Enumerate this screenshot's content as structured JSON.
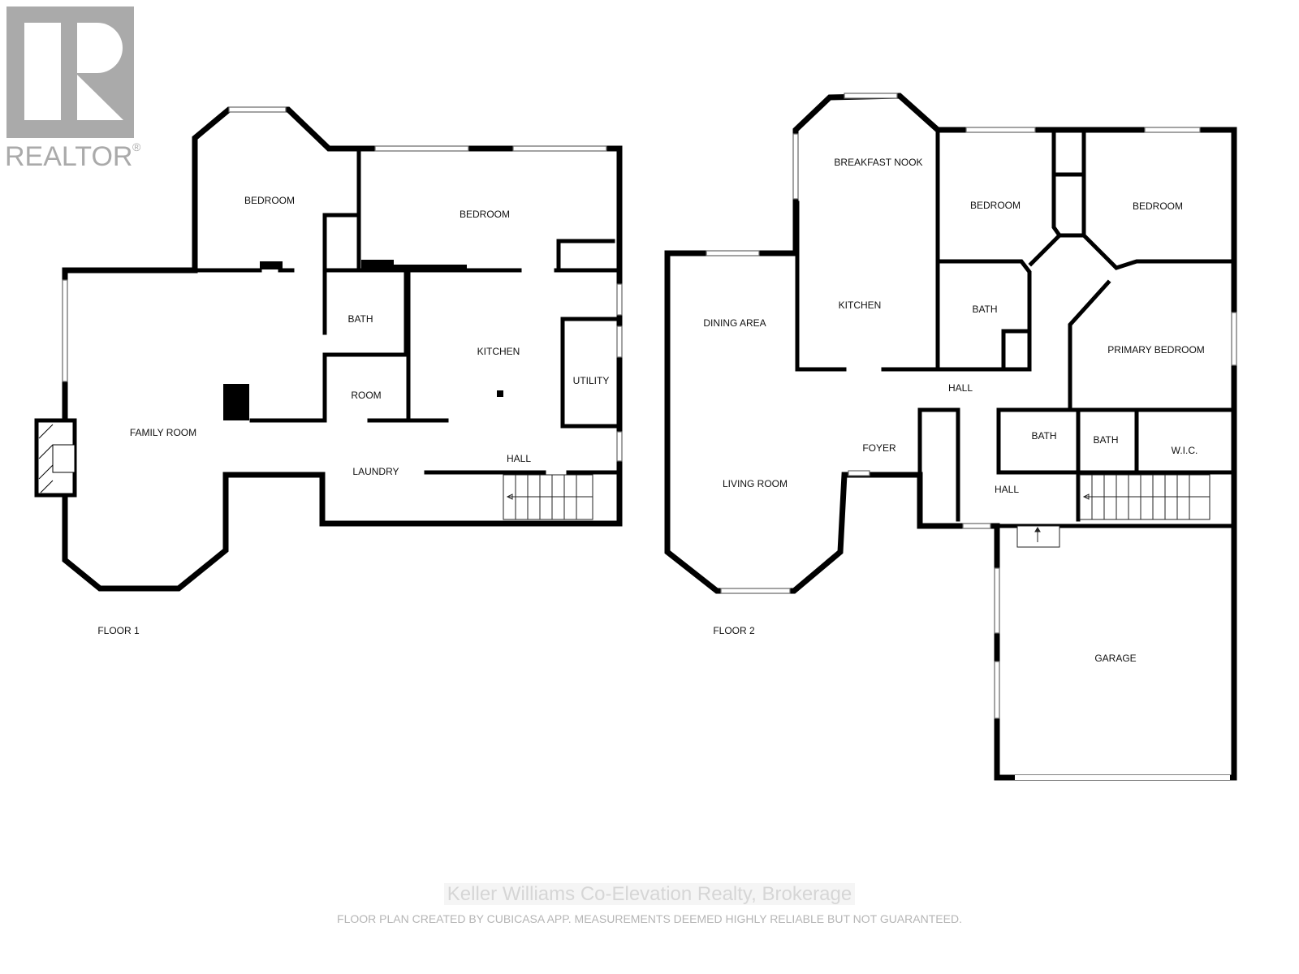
{
  "logo": {
    "text": "REALTOR",
    "mark": "®",
    "color": "#aaaaaa"
  },
  "floor1": {
    "title": "FLOOR 1",
    "rooms": [
      "BEDROOM",
      "BEDROOM",
      "BATH",
      "KITCHEN",
      "FAMILY ROOM",
      "ROOM",
      "UTILITY",
      "LAUNDRY",
      "HALL"
    ]
  },
  "floor2": {
    "title": "FLOOR 2",
    "rooms": [
      "BREAKFAST NOOK",
      "BEDROOM",
      "BEDROOM",
      "KITCHEN",
      "BATH",
      "DINING AREA",
      "PRIMARY BEDROOM",
      "HALL",
      "FOYER",
      "BATH",
      "BATH",
      "W.I.C.",
      "LIVING ROOM",
      "HALL",
      "GARAGE"
    ]
  },
  "watermark": "Keller Williams Co-Elevation Realty, Brokerage",
  "disclaimer": "FLOOR PLAN CREATED BY CUBICASA APP. MEASUREMENTS DEEMED HIGHLY RELIABLE BUT NOT GUARANTEED."
}
